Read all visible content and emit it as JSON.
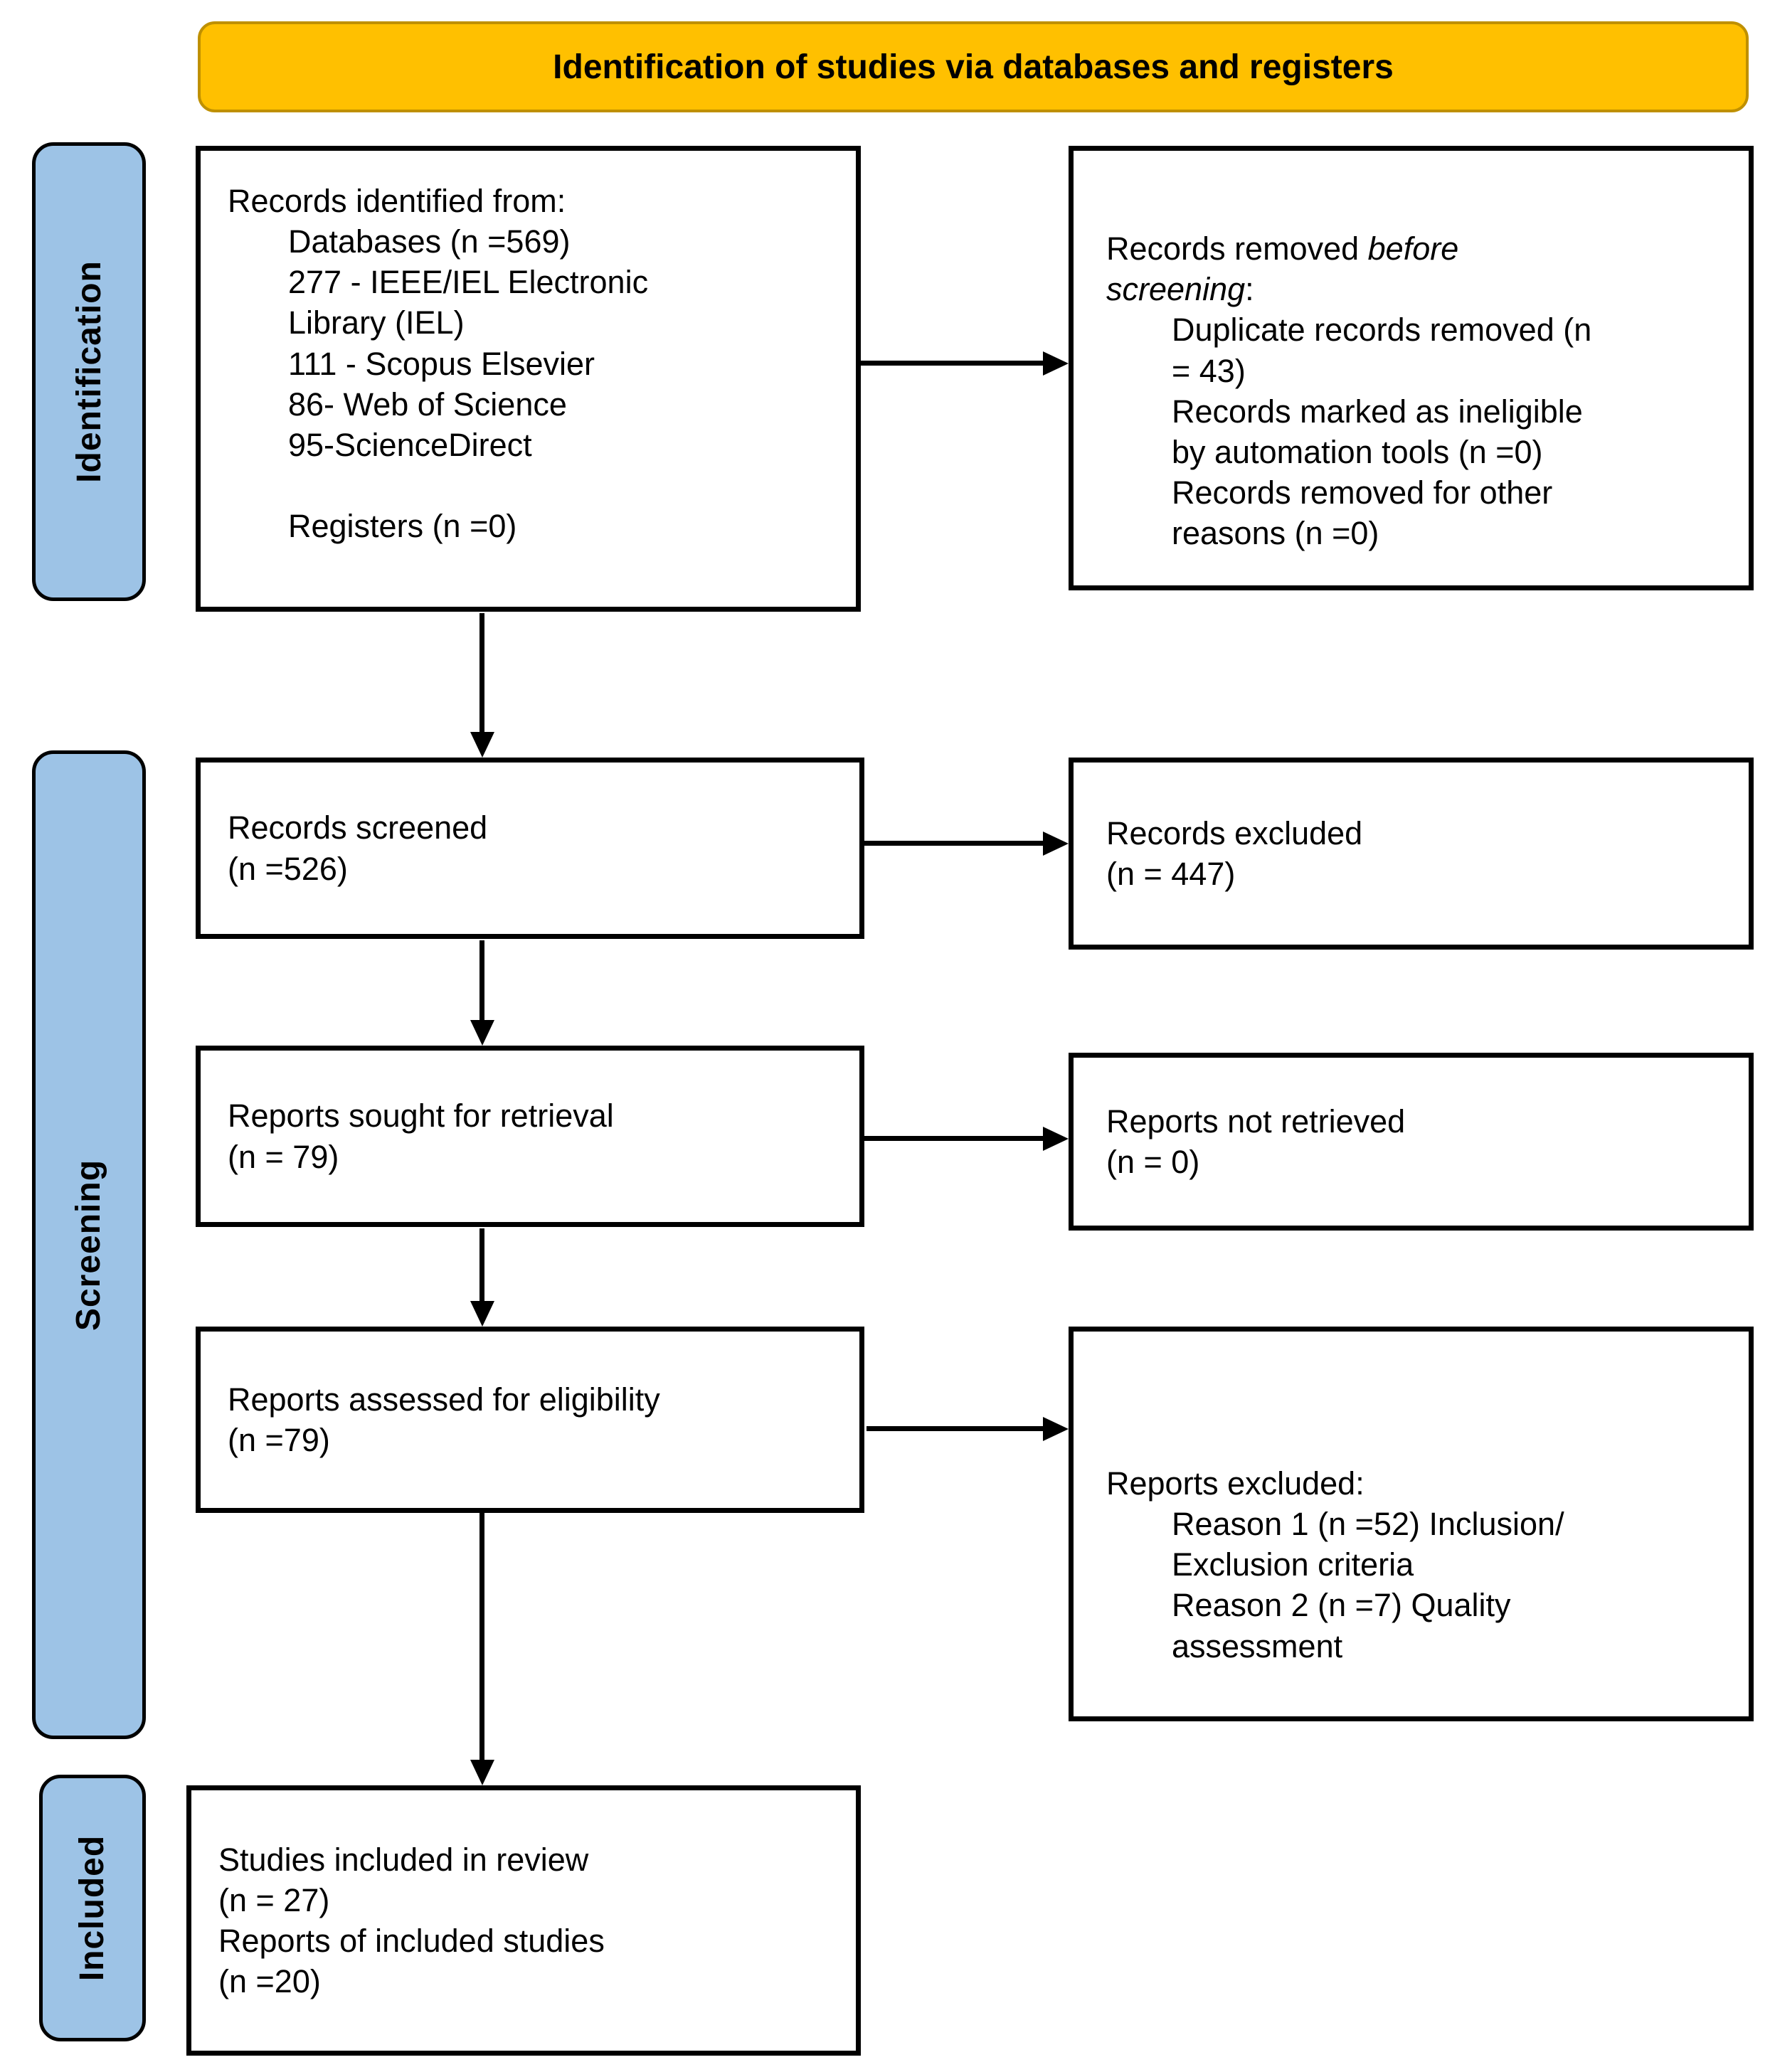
{
  "banner": {
    "title": "Identification of studies via databases and registers"
  },
  "sidebar": {
    "identification_label": "Identification",
    "screening_label": "Screening",
    "included_label": "Included"
  },
  "boxes": {
    "records_identified": {
      "title": "Records identified from:",
      "items": [
        "Databases (n =569)",
        "277 - IEEE/IEL Electronic\nLibrary (IEL)",
        "111 - Scopus Elsevier",
        "86- Web of Science",
        "95-ScienceDirect"
      ],
      "registers": "Registers (n =0)"
    },
    "records_removed": {
      "title_prefix": "Records removed ",
      "title_italic": "before\nscreening",
      "title_suffix": ":",
      "items": [
        "Duplicate records removed (n\n= 43)",
        "Records marked as ineligible\nby automation tools (n =0)",
        "Records removed for other\nreasons (n =0)"
      ]
    },
    "records_screened": {
      "line1": "Records screened",
      "line2": "(n =526)"
    },
    "records_excluded": {
      "line1": "Records excluded",
      "line2": "(n = 447)"
    },
    "reports_sought": {
      "line1": "Reports sought for retrieval",
      "line2": "(n = 79)"
    },
    "reports_not_retrieved": {
      "line1": "Reports not retrieved",
      "line2": "(n = 0)"
    },
    "reports_assessed": {
      "line1": "Reports assessed for eligibility",
      "line2": "(n =79)"
    },
    "reports_excluded": {
      "title": "Reports excluded:",
      "items": [
        "Reason 1 (n =52) Inclusion/\nExclusion criteria",
        "Reason 2 (n =7) Quality\nassessment"
      ]
    },
    "studies_included": {
      "line1": "Studies included in review",
      "line2": "(n = 27)",
      "line3": "Reports of included studies",
      "line4": "(n =20)"
    }
  },
  "colors": {
    "banner_fill": "#FFC000",
    "banner_border": "#BF9000",
    "stage_fill": "#9DC3E6",
    "stage_border": "#000000",
    "box_border": "#000000"
  }
}
